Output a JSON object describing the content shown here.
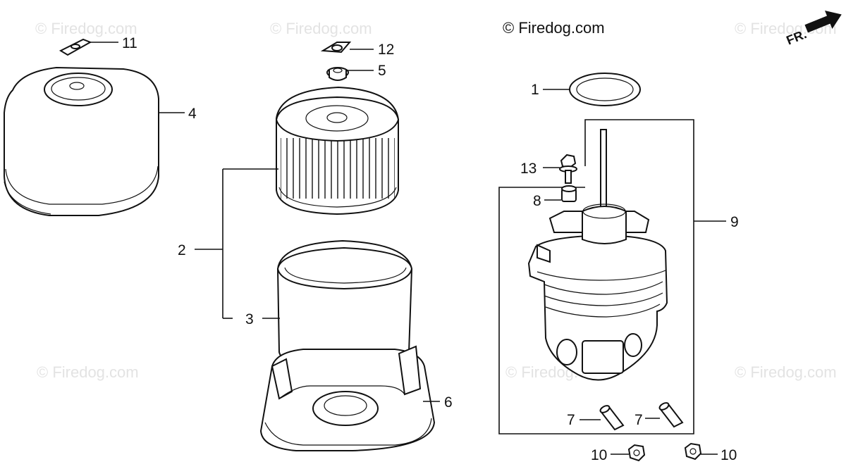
{
  "watermark_text": "© Firedog.com",
  "copyright": "© Firedog.com",
  "direction_label": "FR.",
  "callouts": {
    "c1": "1",
    "c2": "2",
    "c3": "3",
    "c4": "4",
    "c5": "5",
    "c6": "6",
    "c7a": "7",
    "c7b": "7",
    "c8": "8",
    "c9": "9",
    "c10a": "10",
    "c10b": "10",
    "c11": "11",
    "c12": "12",
    "c13": "13"
  }
}
